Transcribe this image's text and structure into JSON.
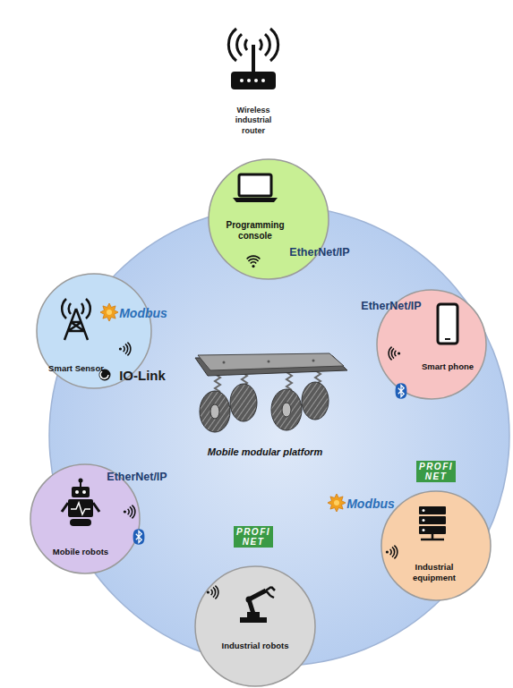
{
  "diagram": {
    "nodes": [
      {
        "text": [
          "Mobile modular platform"
        ]
      },
      {
        "text": [
          "Programming console"
        ],
        "in": 0
      },
      {
        "text": [
          "Smart Sensor"
        ],
        "in": 0
      },
      {
        "text": [
          "Smart phone"
        ],
        "in": 0
      },
      {
        "text": [
          "Mobile robots"
        ],
        "in": 0
      },
      {
        "text": [
          "Industrial equipment"
        ],
        "in": 0
      },
      {
        "text": [
          "Industrial robots"
        ],
        "in": 0
      }
    ],
    "labels": [
      "Wireless industrial router",
      "EtherNet/IP",
      "Modbus",
      "EtherNet/IP",
      "IO-Link",
      "PROFI NET",
      "EtherNet/IP",
      "Modbus",
      "PROFI NET"
    ]
  }
}
